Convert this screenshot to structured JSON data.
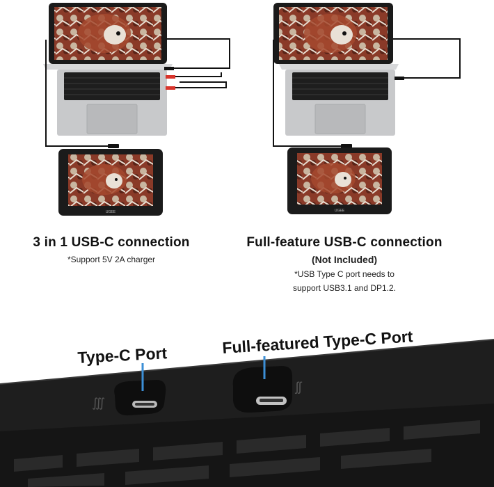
{
  "left": {
    "title": "3 in 1 USB-C connection",
    "note": "*Support 5V 2A charger",
    "tablet_brand": "UGEE"
  },
  "right": {
    "title": "Full-feature USB-C connection",
    "not_included": "(Not Included)",
    "note_line1": "*USB Type C port needs to",
    "note_line2": "support USB3.1 and DP1.2.",
    "tablet_brand": "UGEE"
  },
  "ports": {
    "type_c_label": "Type-C Port",
    "full_featured_label": "Full-featured Type-C Port"
  },
  "colors": {
    "cable_red": "#d9342b",
    "cable_black": "#111111",
    "laptop_silver": "#c8c9cb",
    "tablet_body": "#1b1b1b",
    "port_blue": "#3c8fd6"
  }
}
